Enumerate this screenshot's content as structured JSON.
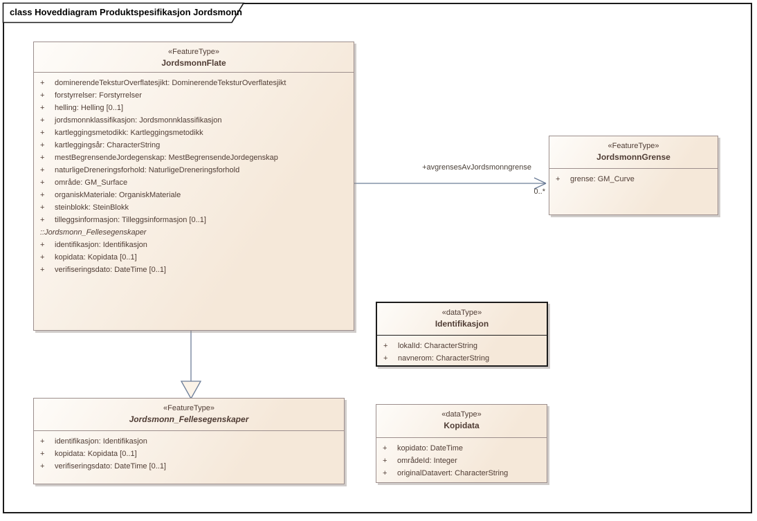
{
  "ui": {
    "plus": "+"
  },
  "frame": {
    "title": "class Hoveddiagram Produktspesifikasjon Jordsmonn"
  },
  "colors": {
    "box_fill": "#F5E8D9",
    "box_fill_light": "#FEFCF9",
    "box_border": "#9C8E8C",
    "emphasis_border": "#1C1C1C",
    "text": "#4F3C34",
    "connector": "#6C7D98",
    "frame_border": "#1B1B1B"
  },
  "classes": {
    "jordsmonnFlate": {
      "stereotype": "«FeatureType»",
      "name": "JordsmonnFlate",
      "attrs": [
        "dominerendeTeksturOverflatesjikt: DominerendeTeksturOverflatesjikt",
        "forstyrrelser: Forstyrrelser",
        "helling: Helling [0..1]",
        "jordsmonnklassifikasjon: Jordsmonnklassifikasjon",
        "kartleggingsmetodikk: Kartleggingsmetodikk",
        "kartleggingsår: CharacterString",
        "mestBegrensendeJordegenskap: MestBegrensendeJordegenskap",
        "naturligeDreneringsforhold: NaturligeDreneringsforhold",
        "område: GM_Surface",
        "organiskMateriale: OrganiskMateriale",
        "steinblokk: SteinBlokk",
        "tilleggsinformasjon: Tilleggsinformasjon [0..1]"
      ],
      "inherited_label": "::Jordsmonn_Fellesegenskaper",
      "inherited_attrs": [
        "identifikasjon: Identifikasjon",
        "kopidata: Kopidata [0..1]",
        "verifiseringsdato: DateTime [0..1]"
      ]
    },
    "jordsmonnGrense": {
      "stereotype": "«FeatureType»",
      "name": "JordsmonnGrense",
      "attrs": [
        "grense: GM_Curve"
      ]
    },
    "identifikasjon": {
      "stereotype": "«dataType»",
      "name": "Identifikasjon",
      "attrs": [
        "lokalId: CharacterString",
        "navnerom: CharacterString"
      ]
    },
    "jordsmonnFellesegenskaper": {
      "stereotype": "«FeatureType»",
      "name": "Jordsmonn_Fellesegenskaper",
      "attrs": [
        "identifikasjon: Identifikasjon",
        "kopidata: Kopidata [0..1]",
        "verifiseringsdato: DateTime [0..1]"
      ]
    },
    "kopidata": {
      "stereotype": "«dataType»",
      "name": "Kopidata",
      "attrs": [
        "kopidato: DateTime",
        "områdeId: Integer",
        "originalDatavert: CharacterString"
      ]
    }
  },
  "relations": {
    "association": {
      "name": "+avgrensesAvJordsmonngrense",
      "multiplicity": "0..*"
    }
  }
}
